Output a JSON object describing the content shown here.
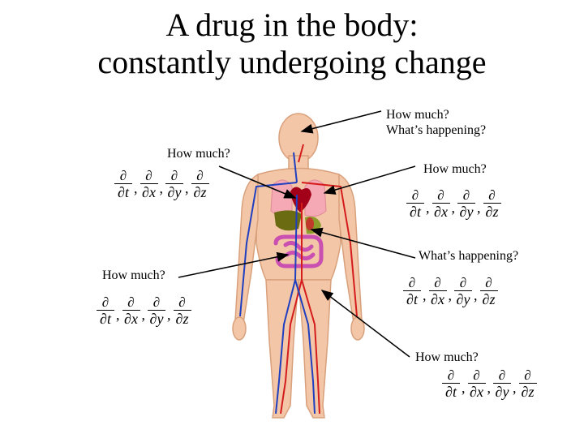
{
  "title_line1": "A drug in the body:",
  "title_line2": "constantly undergoing change",
  "labels": {
    "top_right_1": "How much?",
    "top_right_2": "What’s happening?",
    "upper_left": "How much?",
    "upper_right": "How much?",
    "middle_right": "What’s happening?",
    "lower_left": "How much?",
    "bottom_right": "How much?"
  },
  "derivative_set": {
    "numerator": "∂",
    "terms": [
      "∂t",
      "∂x",
      "∂y",
      "∂z"
    ],
    "separator": ","
  },
  "colors": {
    "skin": "#f2c6a6",
    "skin_outline": "#d9a07c",
    "artery": "#d51c1c",
    "vein": "#1f3fc0",
    "liver": "#6b6b12",
    "intestine": "#c94fb0",
    "heart": "#a3001a",
    "lungs": "#f4a9b4"
  }
}
